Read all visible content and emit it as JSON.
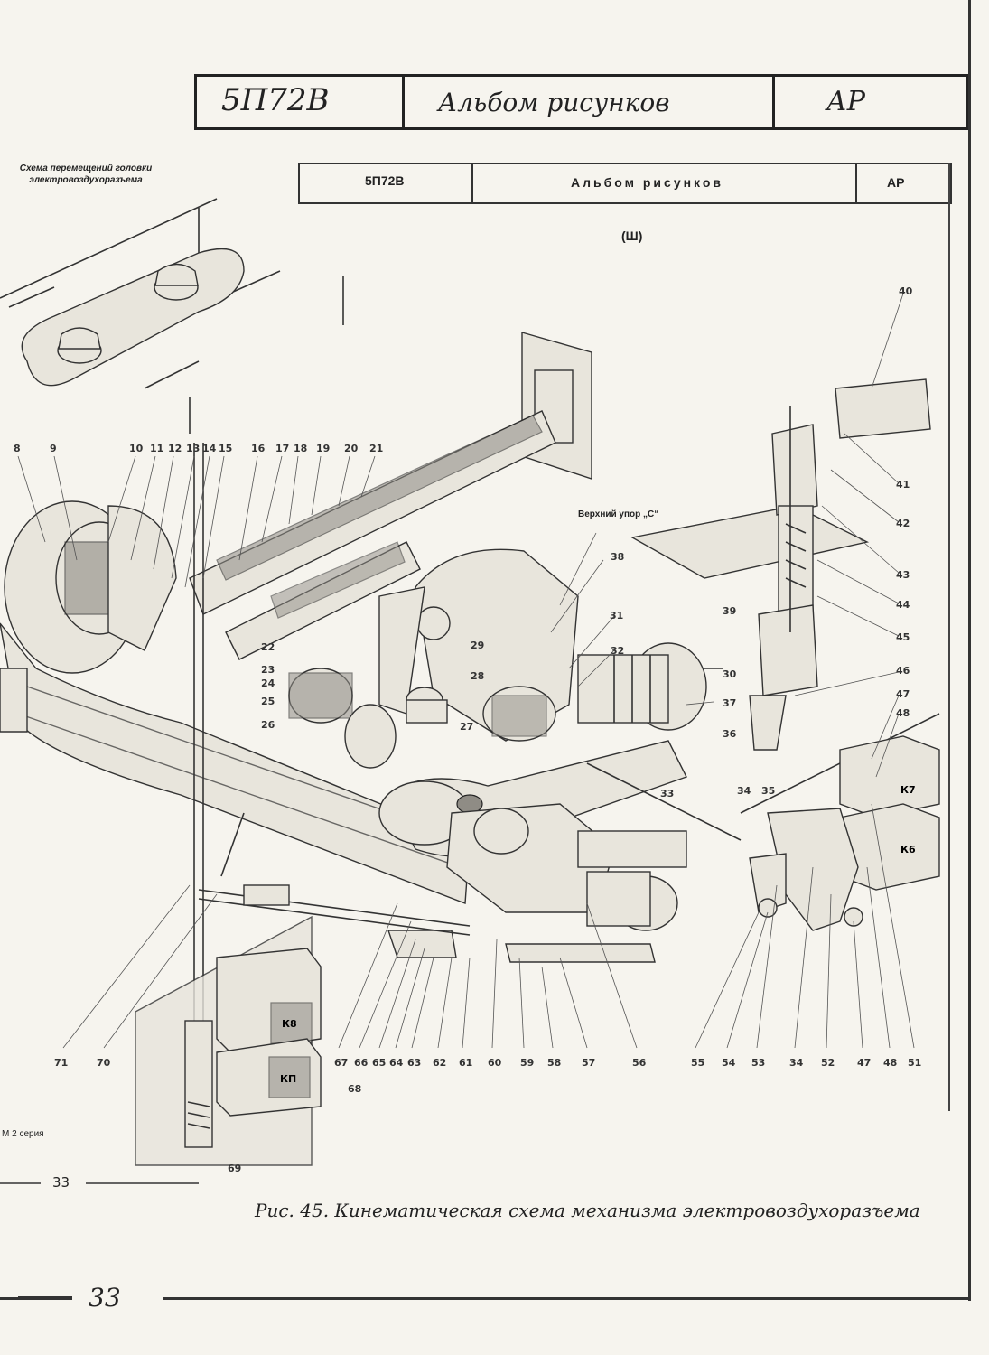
{
  "outer_title_block": {
    "code": "5П72В",
    "title": "Альбом рисунков",
    "abbr": "АР"
  },
  "inner_title_block": {
    "code": "5П72В",
    "title": "Альбом рисунков",
    "abbr": "АР"
  },
  "sheet_mark": "(Ш)",
  "inset_caption": "Схема перемещений головки электровоздухоразъема",
  "callout_upper_stop": "Верхний упор „С“",
  "block_labels": {
    "k7": "К7",
    "k6": "К6",
    "k8": "К8",
    "k11": "КП"
  },
  "series_note": "М 2 серия",
  "inner_page_number": "33",
  "figure_caption": "Рис. 45. Кинематическая схема механизма электровоздухоразъема",
  "outer_page_number": "33",
  "part_numbers": {
    "top_row": [
      "8",
      "9",
      "10",
      "11",
      "12",
      "13",
      "14",
      "15",
      "16",
      "17",
      "18",
      "19",
      "20",
      "21"
    ],
    "middle_left": [
      "22",
      "23",
      "24",
      "25",
      "26",
      "27",
      "28",
      "29"
    ],
    "middle_right": [
      "30",
      "31",
      "32",
      "33",
      "34",
      "35",
      "36",
      "37",
      "38",
      "39"
    ],
    "right_column": [
      "40",
      "41",
      "42",
      "43",
      "44",
      "45",
      "46",
      "47",
      "48"
    ],
    "bottom_row_right": [
      "51",
      "48",
      "47",
      "52",
      "34",
      "53",
      "54",
      "55",
      "56",
      "57",
      "58",
      "59",
      "60",
      "61",
      "62",
      "63",
      "64",
      "65",
      "66",
      "67"
    ],
    "bottom_row_left": [
      "68",
      "69",
      "70",
      "71"
    ]
  }
}
